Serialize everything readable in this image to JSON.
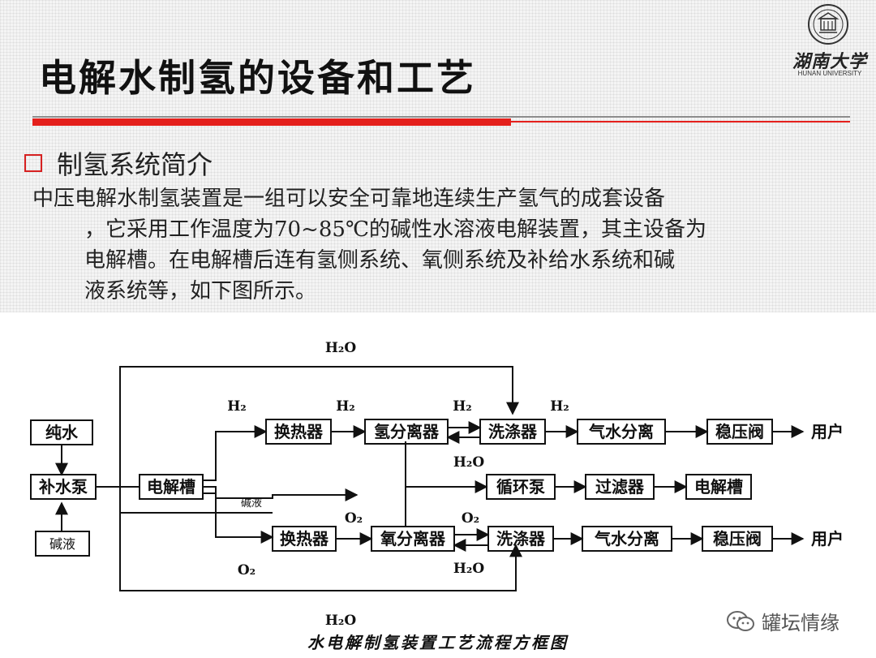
{
  "header": {
    "title": "电解水制氢的设备和工艺",
    "logo": {
      "script": "湖南大学",
      "english": "HUNAN UNIVERSITY",
      "icon": "university-seal-icon"
    }
  },
  "section": {
    "bullet": "制氢系统简介",
    "paragraph_lines": [
      "中压电解水制氢装置是一组可以安全可靠地连续生产氢气的成套设备",
      "，它采用工作温度为70~85℃的碱性水溶液电解装置，其主设备为",
      "电解槽。在电解槽后连有氢侧系统、氧侧系统及补给水系统和碱",
      "液系统等，如下图所示。"
    ]
  },
  "diagram": {
    "boxes": {
      "pure_water": "纯水",
      "makeup_pump": "补水泵",
      "alkali_in": "碱液",
      "electrolyzer": "电解槽",
      "h2_heat_exchanger": "换热器",
      "h2_separator": "氢分离器",
      "h2_scrubber": "洗涤器",
      "h2_gas_water_sep": "气水分离",
      "h2_regulator": "稳压阀",
      "circ_pump": "循环泵",
      "filter": "过滤器",
      "electrolyzer_return": "电解槽",
      "o2_heat_exchanger": "换热器",
      "o2_separator": "氧分离器",
      "o2_scrubber": "洗涤器",
      "o2_gas_water_sep": "气水分离",
      "o2_regulator": "稳压阀"
    },
    "labels": {
      "h2o_top": "H₂O",
      "h2_a": "H₂",
      "h2_b": "H₂",
      "h2_c": "H₂",
      "h2_d": "H₂",
      "h2o_mid": "H₂O",
      "alkali_line": "碱液",
      "o2_a": "O₂",
      "o2_b": "O₂",
      "o2_c": "O₂",
      "h2o_lower": "H₂O",
      "h2o_bottom": "H₂O",
      "user_h2": "用户",
      "user_o2": "用户"
    },
    "caption": "水电解制氢装置工艺流程方框图"
  },
  "watermark": {
    "icon": "wechat-icon",
    "text": "罐坛情缘"
  },
  "colors": {
    "accent_red": "#e4201c",
    "bullet_red": "#d62020",
    "rule_gray": "#8c8c8c"
  }
}
